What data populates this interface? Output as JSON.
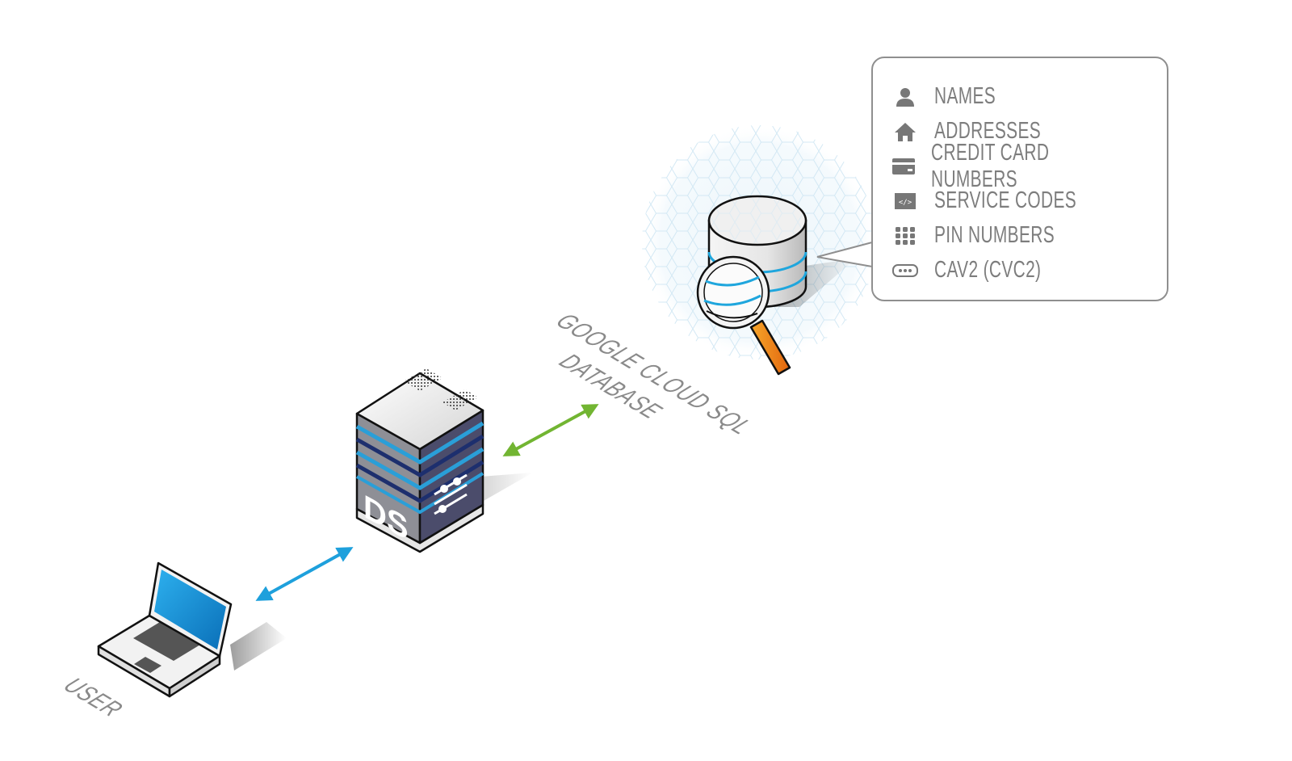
{
  "diagram": {
    "type": "isometric-network-diagram",
    "nodes": [
      {
        "id": "user",
        "label": "USER",
        "kind": "laptop"
      },
      {
        "id": "ds",
        "label": "DS",
        "kind": "server",
        "badge_icon": "sliders-icon"
      },
      {
        "id": "db",
        "label": "GOOGLE CLOUD SQL DATABASE",
        "kind": "database",
        "overlay_icon": "magnifier-icon"
      }
    ],
    "edges": [
      {
        "from": "user",
        "to": "ds",
        "direction": "bidirectional",
        "color": "#1ea0dc"
      },
      {
        "from": "ds",
        "to": "db",
        "direction": "bidirectional",
        "color": "#72b532"
      }
    ]
  },
  "labels": {
    "user": "USER",
    "server": "DS",
    "database_line1": "GOOGLE CLOUD SQL",
    "database_line2": "DATABASE"
  },
  "callout": {
    "items": [
      {
        "icon": "person-icon",
        "label": "NAMES"
      },
      {
        "icon": "home-icon",
        "label": "ADDRESSES"
      },
      {
        "icon": "credit-card-icon",
        "label": "CREDIT CARD NUMBERS"
      },
      {
        "icon": "code-icon",
        "label": "SERVICE CODES"
      },
      {
        "icon": "keypad-icon",
        "label": "PIN NUMBERS"
      },
      {
        "icon": "password-dots-icon",
        "label": "CAV2 (CVC2)"
      }
    ]
  },
  "colors": {
    "text_gray": "#8a8a8a",
    "user_arrow": "#1ea0dc",
    "db_arrow": "#72b532",
    "server_dark": "#4b4c6b",
    "server_stripe": "#2a9fd8",
    "screen_blue": "#1487d0",
    "magnifier_handle": "#f08a1c"
  }
}
